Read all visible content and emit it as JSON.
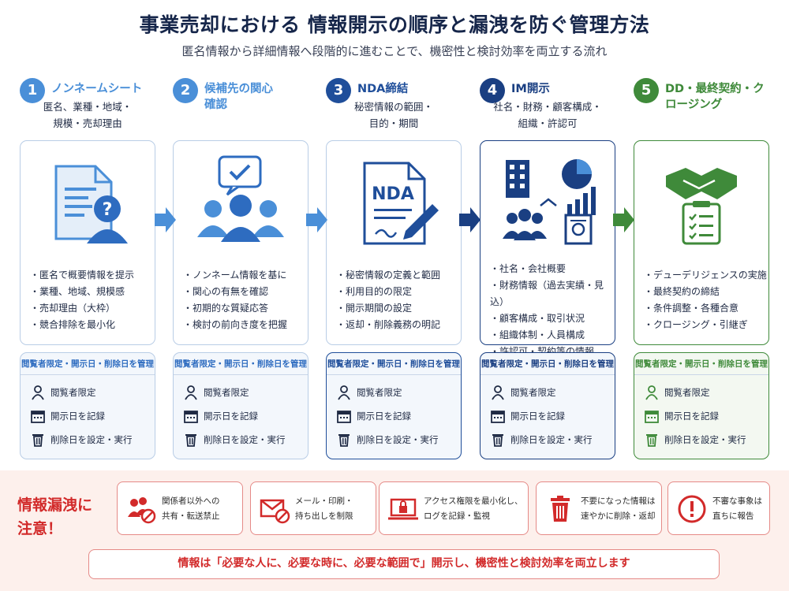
{
  "header": {
    "title": "事業売却における 情報開示の順序と漏洩を防ぐ管理方法",
    "subtitle": "匿名情報から詳細情報へ段階的に進むことで、機密性と検討効率を両立する流れ"
  },
  "colors": {
    "stage1": "#4a8fd8",
    "stage2": "#4a8fd8",
    "stage3": "#1f4e9a",
    "stage4": "#1a3f82",
    "stage5": "#3f8a3a",
    "warning": "#d22a2a"
  },
  "stages": [
    {
      "number": "1",
      "title": "ノンネームシート",
      "subtitle_lines": [
        "匿名、業種・地域・",
        "規模・売却理由"
      ],
      "icon": "document-question-icon",
      "items": [
        "匿名で概要情報を提示",
        "業種、地域、規模感",
        "売却理由（大枠）",
        "競合排除を最小化"
      ],
      "mgmt_header": "閲覧者限定・開示日・削除日を管理",
      "mgmt": [
        "閲覧者限定",
        "開示日を記録",
        "削除日を設定・実行"
      ]
    },
    {
      "number": "2",
      "title": "候補先の関心確認",
      "subtitle_lines": [],
      "icon": "group-check-icon",
      "items": [
        "ノンネーム情報を基に",
        "関心の有無を確認",
        "初期的な質疑応答",
        "検討の前向き度を把握"
      ],
      "mgmt_header": "閲覧者限定・開示日・削除日を管理",
      "mgmt": [
        "閲覧者限定",
        "開示日を記録",
        "削除日を設定・実行"
      ]
    },
    {
      "number": "3",
      "title": "NDA締結",
      "subtitle_lines": [
        "秘密情報の範囲・",
        "目的・期間"
      ],
      "icon": "nda-document-icon",
      "icon_text": "NDA",
      "items": [
        "秘密情報の定義と範囲",
        "利用目的の限定",
        "開示期間の設定",
        "返却・削除義務の明記"
      ],
      "mgmt_header": "閲覧者限定・開示日・削除日を管理",
      "mgmt": [
        "閲覧者限定",
        "開示日を記録",
        "削除日を設定・実行"
      ]
    },
    {
      "number": "4",
      "title": "IM開示",
      "subtitle_lines": [
        "社名・財務・顧客構成・",
        "組織・許認可"
      ],
      "icon": "info-memorandum-icon",
      "items": [
        "社名・会社概要",
        "財務情報（過去実績・見込）",
        "顧客構成・取引状況",
        "組織体制・人員構成",
        "許認可・契約等の情報"
      ],
      "mgmt_header": "閲覧者限定・開示日・削除日を管理",
      "mgmt": [
        "閲覧者限定",
        "開示日を記録",
        "削除日を設定・実行"
      ]
    },
    {
      "number": "5",
      "title": "DD・最終契約・クロージング",
      "subtitle_lines": [],
      "icon": "handshake-checklist-icon",
      "items": [
        "デューデリジェンスの実施",
        "最終契約の締結",
        "条件調整・各種合意",
        "クロージング・引継ぎ"
      ],
      "mgmt_header": "閲覧者限定・開示日・削除日を管理",
      "mgmt": [
        "閲覧者限定",
        "開示日を記録",
        "削除日を設定・実行"
      ]
    }
  ],
  "warning": {
    "title_line1": "情報漏洩に",
    "title_line2": "注意！",
    "cards": [
      {
        "icon": "no-sharing-icon",
        "line1": "関係者以外への",
        "line2": "共有・転送禁止"
      },
      {
        "icon": "no-mail-icon",
        "line1": "メール・印刷・",
        "line2": "持ち出しを制限"
      },
      {
        "icon": "laptop-lock-icon",
        "line1": "アクセス権限を最小化し、",
        "line2": "ログを記録・監視"
      },
      {
        "icon": "trash-icon",
        "line1": "不要になった情報は",
        "line2": "速やかに削除・返却"
      },
      {
        "icon": "alert-icon",
        "line1": "不審な事象は",
        "line2": "直ちに報告"
      }
    ],
    "footer": "情報は「必要な人に、必要な時に、必要な範囲で」開示し、機密性と検討効率を両立します"
  }
}
